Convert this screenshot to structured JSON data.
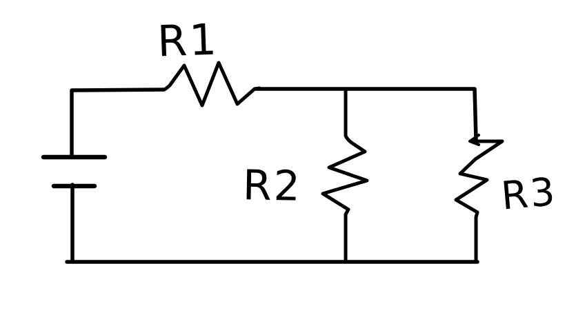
{
  "diagram": {
    "kind": "hand-drawn series-parallel resistor circuit sketch",
    "background_color": "#ffffff",
    "ink_color": "#000000",
    "labels": {
      "r1": "R1",
      "r2": "R2",
      "r3": "R3"
    },
    "components": [
      {
        "id": "battery",
        "symbol": "battery-plates-icon",
        "label": "",
        "position": "left branch"
      },
      {
        "id": "r1",
        "symbol": "resistor-zigzag-icon",
        "label": "R1",
        "position": "top wire, horizontal"
      },
      {
        "id": "r2",
        "symbol": "resistor-zigzag-icon",
        "label": "R2",
        "position": "middle branch, vertical"
      },
      {
        "id": "r3",
        "symbol": "resistor-zigzag-icon",
        "label": "R3",
        "position": "right branch, vertical, with small left arrowhead at top"
      }
    ]
  }
}
